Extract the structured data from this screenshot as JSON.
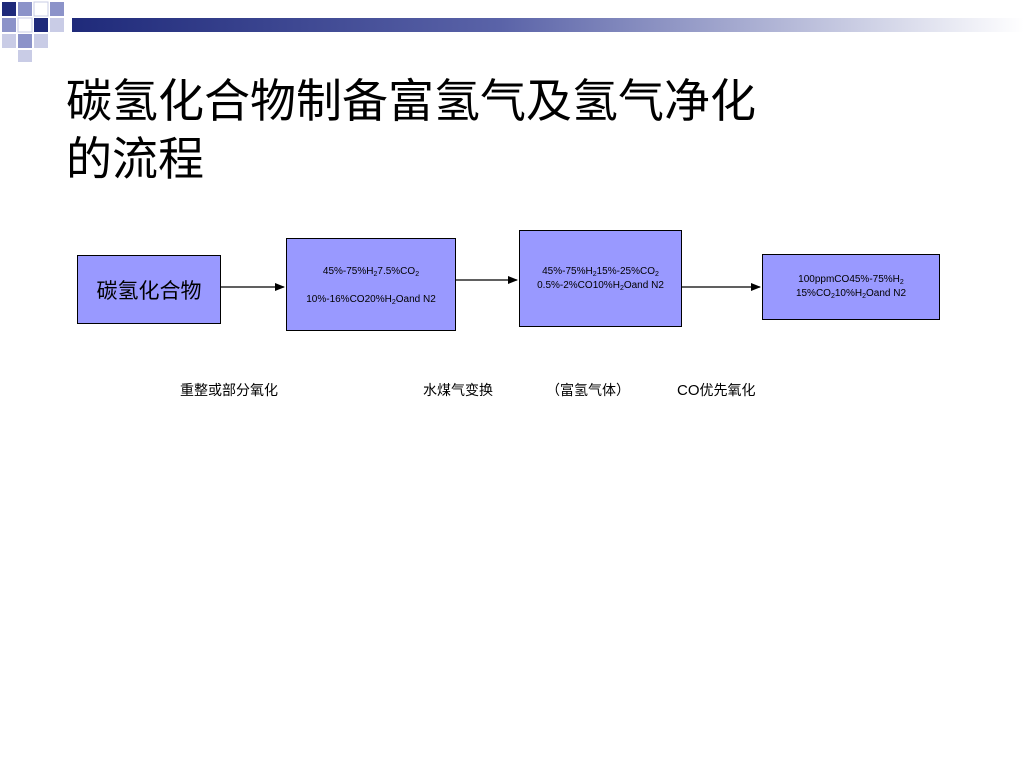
{
  "slide": {
    "title_line1": "碳氢化合物制备富氢气及氢气净化",
    "title_line2": "的流程"
  },
  "colors": {
    "box_fill": "#9999ff",
    "decor_navy": "#1f2a7a",
    "decor_light": "#8c93c9"
  },
  "flow": {
    "source_label": "碳氢化合物",
    "box1": {
      "line1": "45%-75%H2 7.5%CO2",
      "line2": "10%-16%CO 20%H2O and N2"
    },
    "box2": {
      "line1": "45%-75%H2 15%-25%CO2",
      "line2": "0.5%-2%CO 10%H2O and N2"
    },
    "box3": {
      "line1": "100ppmCO 45%-75%H2",
      "line2": "15%CO2 10%H2O and N2"
    },
    "captions": {
      "step1": "重整或部分氧化",
      "step2": "水煤气变换",
      "step3": "（富氢气体）",
      "step4_prefix": "CO",
      "step4_suffix": "优先氧化"
    }
  }
}
